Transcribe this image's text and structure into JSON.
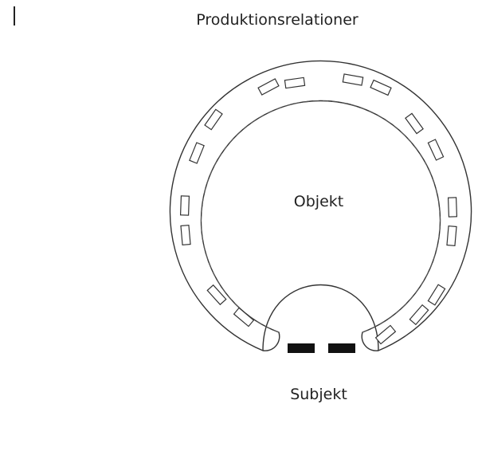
{
  "diagram": {
    "title": "Produktionsrelationer",
    "center_label": "Objekt",
    "bottom_label": "Subjekt"
  },
  "colors": {
    "line": "#333333",
    "fill": "#ffffff",
    "bar": "#111111"
  }
}
